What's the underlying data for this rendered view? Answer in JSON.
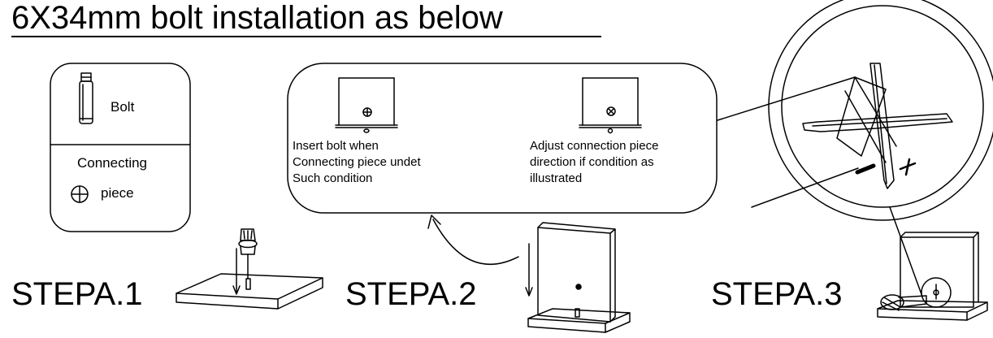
{
  "title": "6X34mm bolt installation as below",
  "legend": {
    "bolt_label": "Bolt",
    "connecting_label_line1": "Connecting",
    "connecting_label_line2": "piece"
  },
  "callout": {
    "left_lines": [
      "Insert bolt when",
      "Connecting piece undet",
      "Such condition"
    ],
    "right_lines": [
      "Adjust connection piece",
      "direction if condition as",
      "illustrated"
    ]
  },
  "zoom": {
    "minus_sign": "−",
    "plus_sign": "+"
  },
  "steps": [
    "STEPA.1",
    "STEPA.2",
    "STEPA.3"
  ],
  "icons": {
    "bolt": "bolt-icon",
    "connecting_piece": "circle-plus-icon",
    "screwdriver": "screwdriver-icon",
    "arrow": "curved-arrow-icon"
  }
}
